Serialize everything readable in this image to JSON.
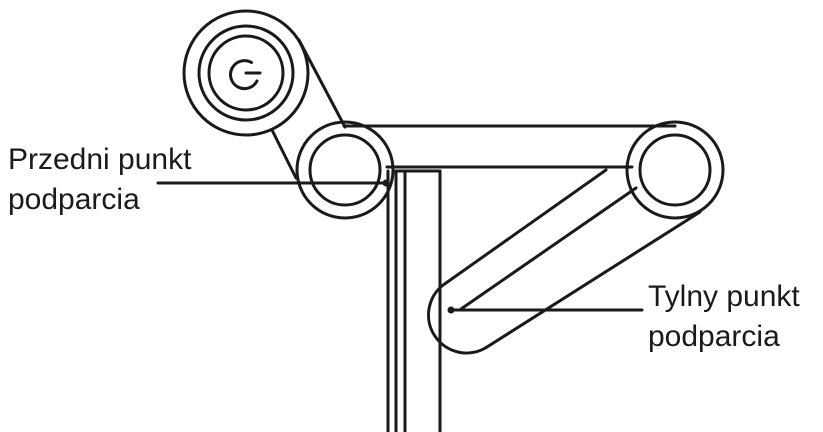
{
  "labels": {
    "front_support": {
      "line1": "Przedni punkt",
      "line2": "podparcia"
    },
    "rear_support": {
      "line1": "Tylny punkt",
      "line2": "podparcia"
    }
  },
  "colors": {
    "stroke": "#1a1a1a",
    "background": "#ffffff"
  },
  "icons": {
    "power": "power-icon"
  }
}
